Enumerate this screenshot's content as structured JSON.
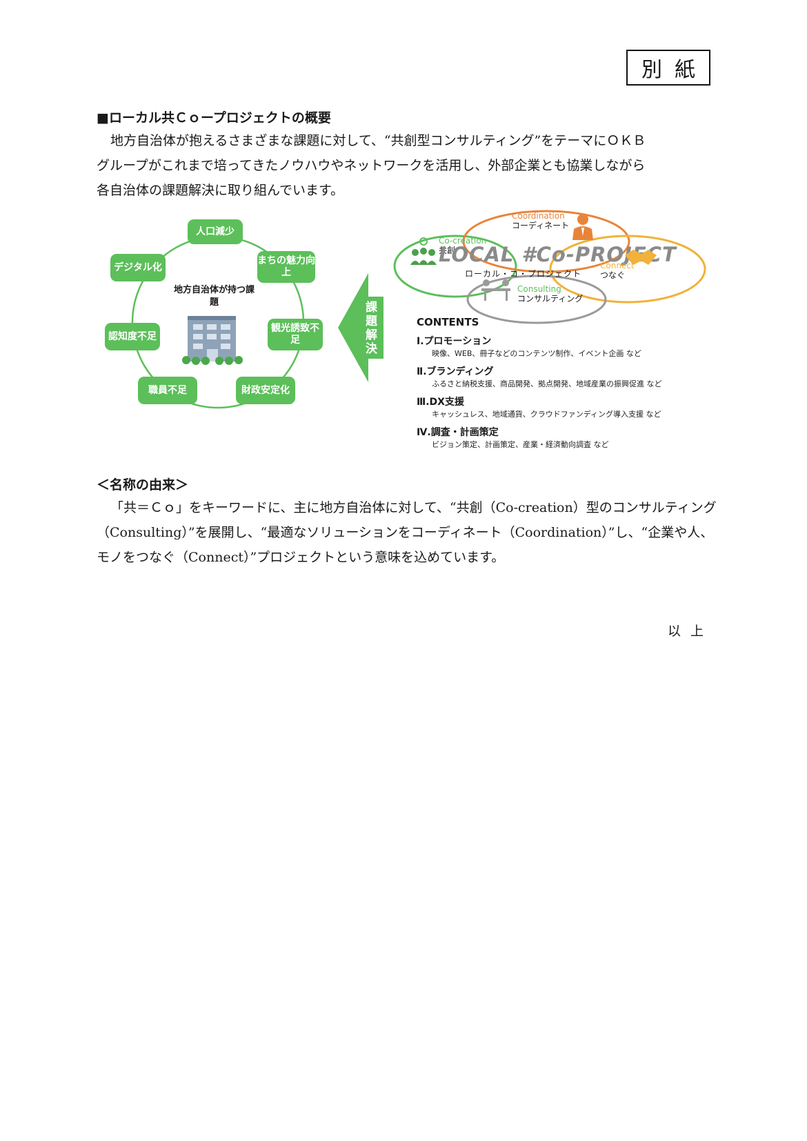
{
  "label": "別紙",
  "overview": {
    "heading": "■ローカル共Ｃｏープロジェクトの概要",
    "lines": [
      "地方自治体が抱えるさまざまな課題に対して、“共創型コンサルティング”をテーマにＯＫＢ",
      "グループがこれまで培ってきたノウハウやネットワークを活用し、外部企業とも協業しながら",
      "各自治体の課題解決に取り組んでいます。"
    ]
  },
  "diagram": {
    "center": "地方自治体が持つ課題",
    "issues": [
      "人口減少",
      "まちの魅力向上",
      "観光誘致不足",
      "財政安定化",
      "職員不足",
      "認知度不足",
      "デジタル化"
    ],
    "arrow_label": "課題解決",
    "logo": {
      "title": "LOCAL #Co-PROJECT",
      "reading": "ローカル・コ・プロジェクト",
      "coordination_en": "Coordination",
      "coordination_ja": "コーディネート",
      "cocreation_en": "Co-creation",
      "cocreation_ja": "共創",
      "connect_en": "Connect",
      "connect_ja": "つなぐ",
      "consulting_en": "Consulting",
      "consulting_ja": "コンサルティング"
    },
    "contents_title": "CONTENTS",
    "contents": [
      {
        "head": "Ⅰ.プロモーション",
        "sub": "映像、WEB、冊子などのコンテンツ制作、イベント企画 など"
      },
      {
        "head": "Ⅱ.ブランディング",
        "sub": "ふるさと納税支援、商品開発、拠点開発、地域産業の振興促進 など"
      },
      {
        "head": "Ⅲ.DX支援",
        "sub": "キャッシュレス、地域通貨、クラウドファンディング導入支援 など"
      },
      {
        "head": "Ⅳ.調査・計画策定",
        "sub": "ビジョン策定、計画策定、産業・経済動向調査 など"
      }
    ],
    "colors": {
      "green": "#5cbf5a",
      "orange": "#e8843a",
      "yellow": "#f2b13a",
      "gray": "#9a9a9a"
    }
  },
  "origin": {
    "heading": "＜名称の由来＞",
    "lines": [
      "「共＝Ｃｏ」をキーワードに、主に地方自治体に対して、“共創（Co-creation）型のコンサルティング",
      "（Consulting）”を展開し、“最適なソリューションをコーディネート（Coordination）”し、“企業や人、",
      "モノをつなぐ（Connect）”プロジェクトという意味を込めています。"
    ]
  },
  "closing": "以上"
}
